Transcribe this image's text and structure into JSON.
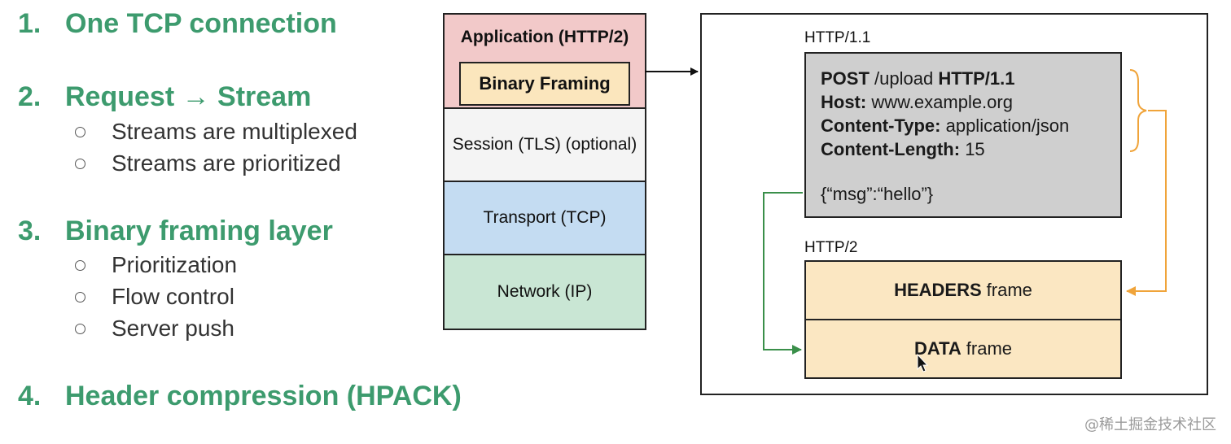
{
  "outline": {
    "items": [
      {
        "num": "1.",
        "title": "One TCP connection",
        "bullets": []
      },
      {
        "num": "2.",
        "title": "Request → Stream",
        "bullets": [
          "Streams are multiplexed",
          "Streams are prioritized"
        ]
      },
      {
        "num": "3.",
        "title": "Binary framing layer",
        "bullets": [
          "Prioritization",
          "Flow control",
          "Server push"
        ]
      },
      {
        "num": "4.",
        "title": "Header compression (HPACK)",
        "bullets": []
      }
    ]
  },
  "stack": {
    "application": "Application (HTTP/2)",
    "framing": "Binary Framing",
    "session": "Session (TLS) (optional)",
    "transport": "Transport (TCP)",
    "network": "Network (IP)"
  },
  "panel": {
    "http11_label": "HTTP/1.1",
    "http2_label": "HTTP/2",
    "request": {
      "method": "POST",
      "path": "/upload",
      "version": "HTTP/1.1",
      "host_key": "Host:",
      "host_val": "www.example.org",
      "ctype_key": "Content-Type:",
      "ctype_val": "application/json",
      "clen_key": "Content-Length:",
      "clen_val": "15",
      "body": "{“msg”:“hello”}"
    },
    "headers_frame": {
      "name": "HEADERS",
      "suffix": "frame"
    },
    "data_frame": {
      "name": "DATA",
      "suffix": "frame"
    }
  },
  "colors": {
    "heading": "#3d9b6e",
    "application": "#f2c9c9",
    "framing": "#fbe6bd",
    "session": "#f4f4f4",
    "transport": "#c4dcf2",
    "network": "#c9e6d4",
    "request_box": "#cfcfcf",
    "frame": "#fbe7c2",
    "headers_arrow": "#f0a43a",
    "data_arrow": "#3a8f4a"
  },
  "watermark": "@稀土掘金技术社区"
}
